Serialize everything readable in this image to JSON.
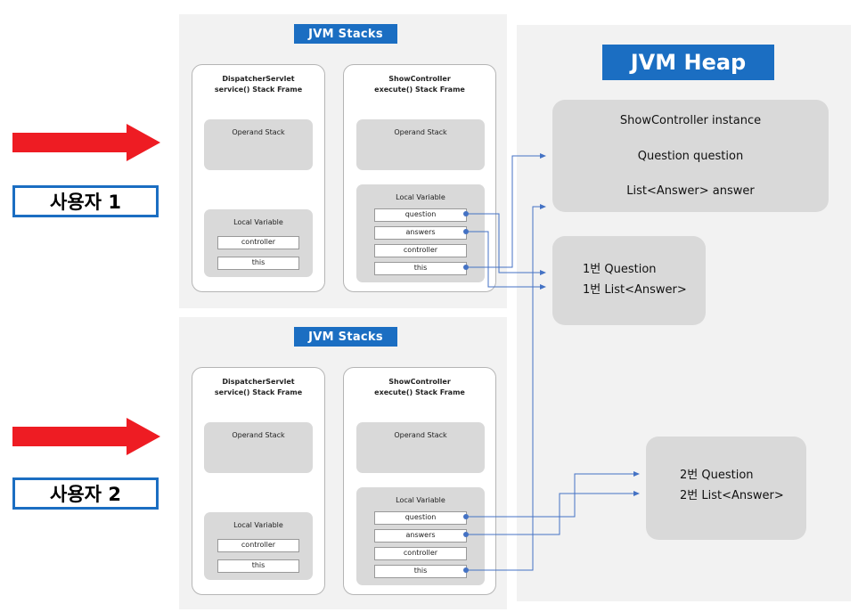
{
  "colors": {
    "accent_blue": "#1b6ec2",
    "connector_blue": "#4472c4",
    "arrow_red": "#ee1c23",
    "panel_gray": "#f2f2f2",
    "box_gray": "#d9d9d9"
  },
  "users": [
    {
      "label": "사용자 1"
    },
    {
      "label": "사용자 2"
    }
  ],
  "sections": [
    {
      "header": "JVM Stacks",
      "frames": [
        {
          "title1": "DispatcherServlet",
          "title2": "service() Stack Frame",
          "operand_label": "Operand Stack",
          "local_label": "Local Variable",
          "variables": [
            "controller",
            "this"
          ]
        },
        {
          "title1": "ShowController",
          "title2": "execute() Stack Frame",
          "operand_label": "Operand Stack",
          "local_label": "Local Variable",
          "variables": [
            "question",
            "answers",
            "controller",
            "this"
          ]
        }
      ]
    },
    {
      "header": "JVM Stacks",
      "frames": [
        {
          "title1": "DispatcherServlet",
          "title2": "service() Stack Frame",
          "operand_label": "Operand Stack",
          "local_label": "Local Variable",
          "variables": [
            "controller",
            "this"
          ]
        },
        {
          "title1": "ShowController",
          "title2": "execute() Stack Frame",
          "operand_label": "Operand Stack",
          "local_label": "Local Variable",
          "variables": [
            "question",
            "answers",
            "controller",
            "this"
          ]
        }
      ]
    }
  ],
  "heap": {
    "header": "JVM Heap",
    "instance_box": {
      "lines": [
        "ShowController instance",
        "Question question",
        "List<Answer> answer"
      ]
    },
    "question1_box": {
      "lines": [
        "1번 Question",
        "1번 List<Answer>"
      ]
    },
    "question2_box": {
      "lines": [
        "2번 Question",
        "2번 List<Answer>"
      ]
    }
  }
}
